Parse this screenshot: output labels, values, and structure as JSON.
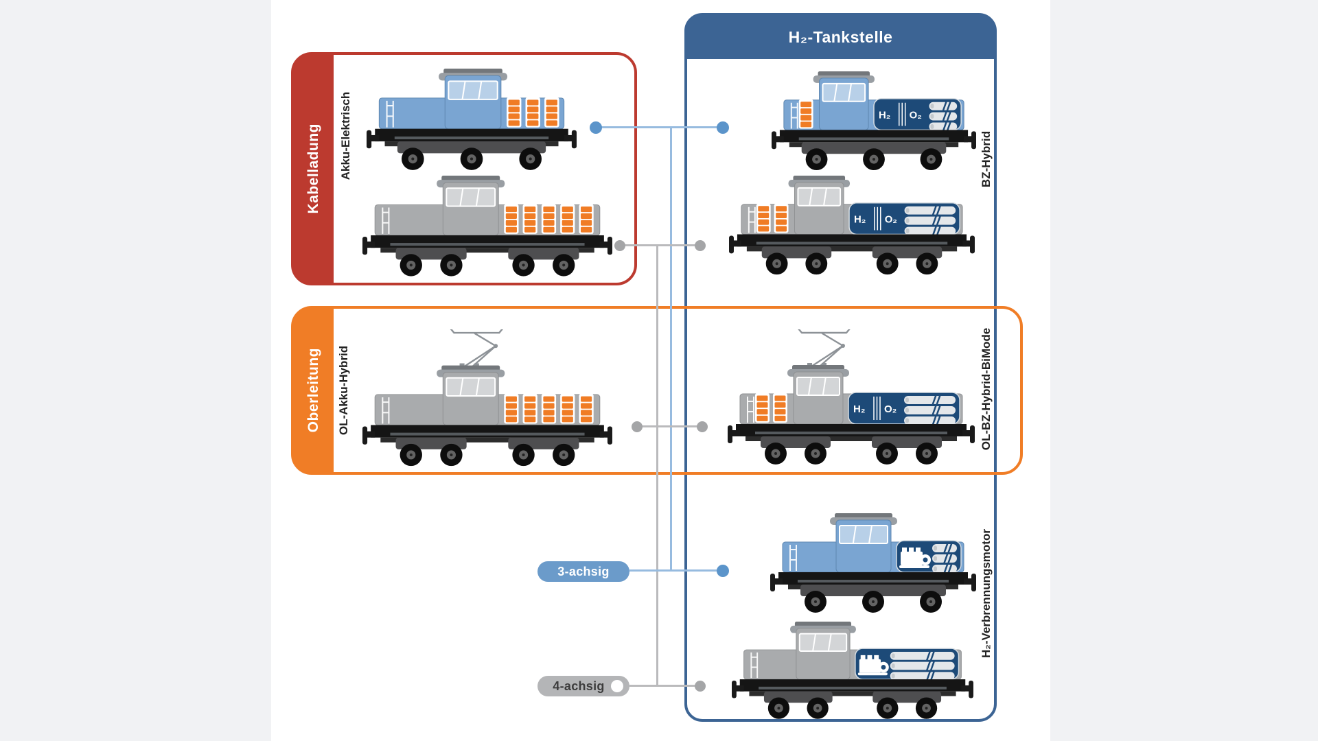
{
  "page": {
    "background": "#f1f2f4",
    "panel_background": "#ffffff"
  },
  "palette": {
    "red": "#bc3a2f",
    "orange": "#f07d26",
    "steel_blue": "#3c6494",
    "light_blue": "#6b9bca",
    "connector_blue": "#97bbdf",
    "connector_gray": "#bababc",
    "battery_orange": "#f07c25",
    "tank_navy": "#1d4a78"
  },
  "header": {
    "title": "H₂-Tankstelle"
  },
  "groups": {
    "kabelladung": {
      "label": "Kabelladung",
      "color": "#bc3a2f"
    },
    "oberleitung": {
      "label": "Oberleitung",
      "color": "#f07d26"
    },
    "h2_tankstelle": {
      "label": "H₂-Tankstelle",
      "color": "#3c6494"
    }
  },
  "train_labels": {
    "akku_elektrisch": "Akku-Elektrisch",
    "ol_akku_hybrid": "OL-Akku-Hybrid",
    "bz_hybrid": "BZ-Hybrid",
    "ol_bz_hybrid_bimode": "OL-BZ-Hybrid-BiMode",
    "h2_verbrennungsmotor": "H₂-Verbrennungsmotor"
  },
  "badges": {
    "three_axle": {
      "label": "3-achsig",
      "color": "#6b9bca"
    },
    "four_axle": {
      "label": "4-achsig",
      "color": "#b4b5b7"
    }
  },
  "tank_panel": {
    "h2": "H₂",
    "o2": "O₂"
  },
  "trains": [
    {
      "id": "akku-elektrisch-3",
      "type_label": "Akku-Elektrisch",
      "body": "blue",
      "axles": 3,
      "battery_side": "right",
      "battery_cols": 3,
      "tank": null,
      "pantograph": false
    },
    {
      "id": "bz-hybrid-3",
      "type_label": "BZ-Hybrid",
      "body": "blue",
      "axles": 3,
      "battery_side": "left",
      "battery_cols": 1,
      "tank": "h2o2",
      "pantograph": false
    },
    {
      "id": "akku-elektrisch-4",
      "type_label": "Akku-Elektrisch",
      "body": "gray",
      "axles": 4,
      "battery_side": "right",
      "battery_cols": 5,
      "tank": null,
      "pantograph": false
    },
    {
      "id": "bz-hybrid-4",
      "type_label": "BZ-Hybrid",
      "body": "gray",
      "axles": 4,
      "battery_side": "left",
      "battery_cols": 2,
      "tank": "h2o2",
      "pantograph": false
    },
    {
      "id": "ol-akku-hybrid-4",
      "type_label": "OL-Akku-Hybrid",
      "body": "gray",
      "axles": 4,
      "battery_side": "right",
      "battery_cols": 5,
      "tank": null,
      "pantograph": true
    },
    {
      "id": "ol-bz-hybrid-bimode-4",
      "type_label": "OL-BZ-Hybrid-BiMode",
      "body": "gray",
      "axles": 4,
      "battery_side": "left",
      "battery_cols": 2,
      "tank": "h2o2",
      "pantograph": true
    },
    {
      "id": "h2-verbrennungsmotor-3",
      "type_label": "H₂-Verbrennungsmotor",
      "body": "blue",
      "axles": 3,
      "battery_side": null,
      "battery_cols": 0,
      "tank": "engine",
      "pantograph": false
    },
    {
      "id": "h2-verbrennungsmotor-4",
      "type_label": "H₂-Verbrennungsmotor",
      "body": "gray",
      "axles": 4,
      "battery_side": null,
      "battery_cols": 0,
      "tank": "engine",
      "pantograph": false
    }
  ]
}
